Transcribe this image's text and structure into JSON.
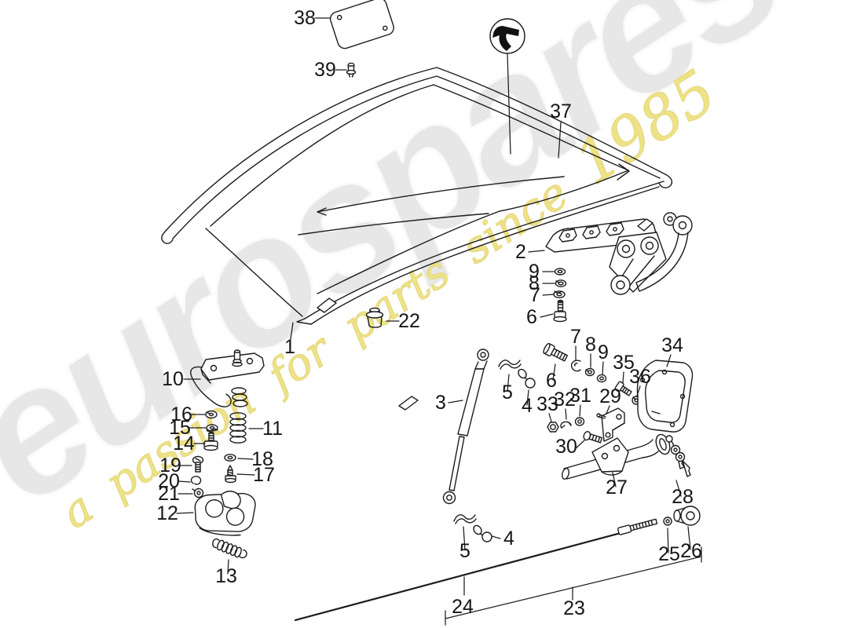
{
  "page": {
    "background_color": "#ffffff",
    "line_color": "#1c1c1c",
    "label_color": "#161616",
    "description": "exploded parts diagram of a car front hood with hinge, lock, gas strut and release cable"
  },
  "watermark": {
    "brand_text": "eurospares",
    "brand_color": "#e7e7e7",
    "tagline_text": "a passion for parts since",
    "tagline_year": "1985",
    "tagline_color": "#eee287"
  },
  "direction_indicator": {
    "icon": "turn-left-arrow-icon"
  },
  "part_numbers": [
    "38",
    "39",
    "37",
    "1",
    "22",
    "2",
    "9",
    "8",
    "7",
    "6",
    "3",
    "5",
    "4",
    "6",
    "7",
    "8",
    "9",
    "35",
    "36",
    "34",
    "33",
    "32",
    "31",
    "29",
    "30",
    "27",
    "28",
    "10",
    "16",
    "15",
    "14",
    "11",
    "18",
    "17",
    "19",
    "20",
    "21",
    "12",
    "13",
    "5",
    "4",
    "25",
    "26",
    "24",
    "23"
  ]
}
